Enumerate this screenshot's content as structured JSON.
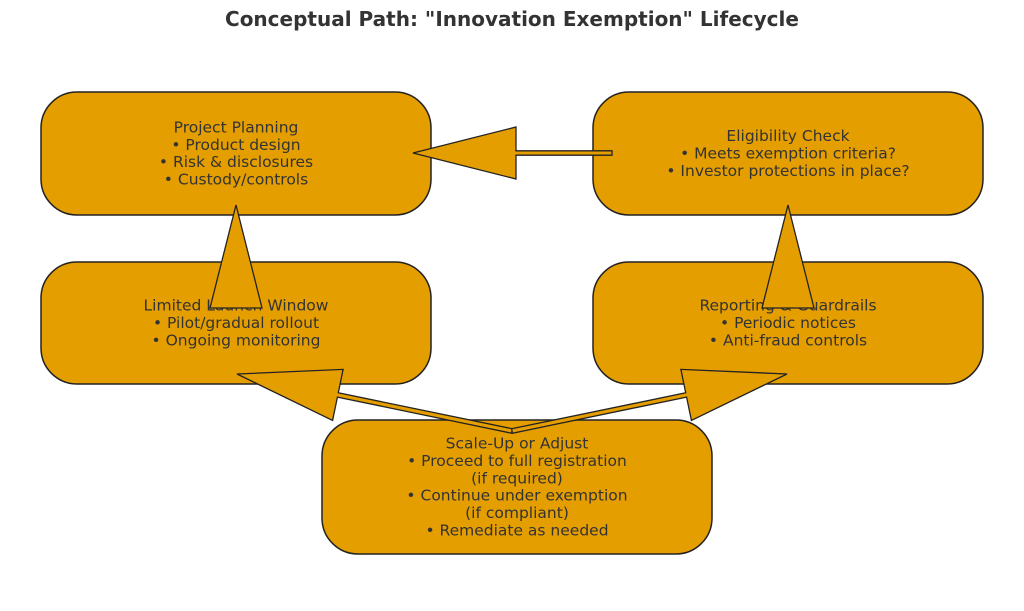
{
  "title": "Conceptual Path: \"Innovation Exemption\" Lifecycle",
  "colors": {
    "node_fill": "#E59E00",
    "stroke": "#222222",
    "text": "#333333"
  },
  "nodes": [
    {
      "id": "project-planning",
      "lines": [
        "Project Planning",
        "• Product design",
        "• Risk & disclosures",
        "• Custody/controls"
      ]
    },
    {
      "id": "eligibility-check",
      "lines": [
        "Eligibility Check",
        "• Meets exemption criteria?",
        "• Investor protections in place?"
      ]
    },
    {
      "id": "limited-launch-window",
      "lines": [
        "Limited Launch Window",
        "• Pilot/gradual rollout",
        "• Ongoing monitoring"
      ]
    },
    {
      "id": "reporting-guardrails",
      "lines": [
        "Reporting & Guardrails",
        "• Periodic notices",
        "• Anti-fraud controls"
      ]
    },
    {
      "id": "scale-up-or-adjust",
      "lines": [
        "Scale-Up or Adjust",
        "• Proceed to full registration",
        "(if required)",
        "• Continue under exemption",
        "(if compliant)",
        "• Remediate as needed"
      ]
    }
  ],
  "edges": [
    {
      "from": "eligibility-check",
      "to": "project-planning"
    },
    {
      "from": "reporting-guardrails",
      "to": "eligibility-check"
    },
    {
      "from": "limited-launch-window",
      "to": "project-planning"
    },
    {
      "from": "scale-up-or-adjust",
      "to": "limited-launch-window"
    },
    {
      "from": "scale-up-or-adjust",
      "to": "reporting-guardrails"
    }
  ]
}
